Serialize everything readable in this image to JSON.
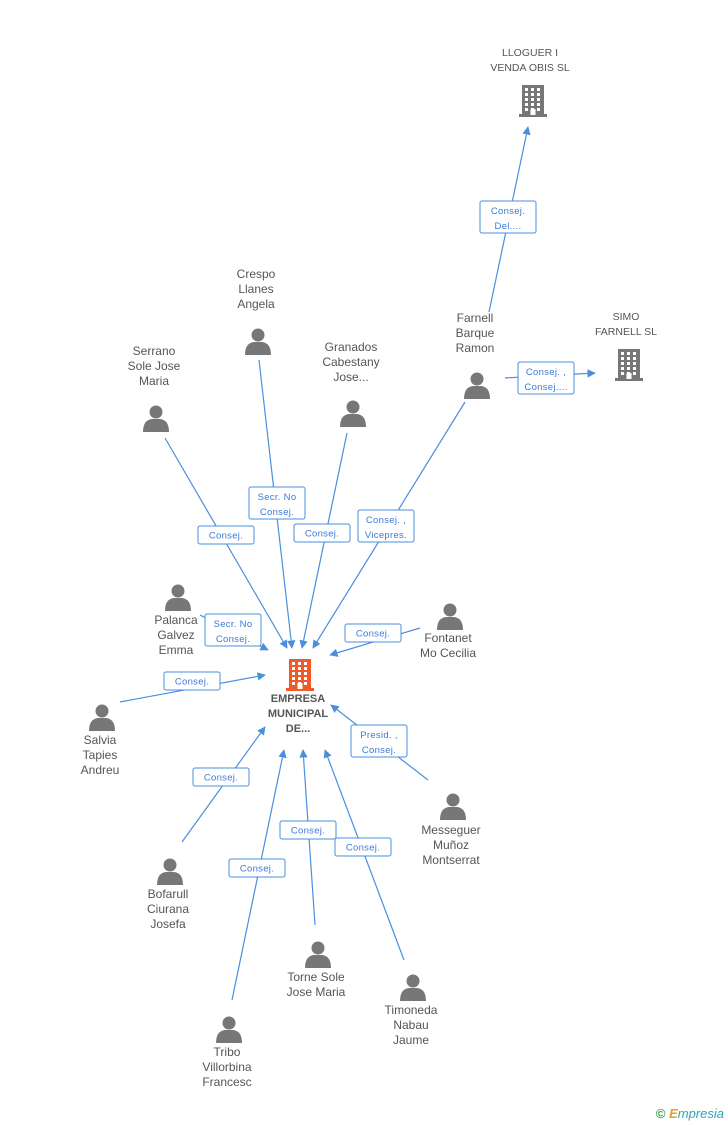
{
  "colors": {
    "edge": "#4a8fdc",
    "person": "#777777",
    "company": "#777777",
    "center": "#f05a28",
    "label": "#555555"
  },
  "center": {
    "id": "center",
    "label": [
      "EMPRESA",
      "MUNICIPAL",
      "DE..."
    ],
    "icon": "building-icon"
  },
  "companies": [
    {
      "id": "lloguer",
      "label": [
        "LLOGUER I",
        "VENDA OBIS SL"
      ],
      "icon": "building-icon"
    },
    {
      "id": "simo",
      "label": [
        "SIMO",
        "FARNELL SL"
      ],
      "icon": "building-icon"
    }
  ],
  "persons": [
    {
      "id": "crespo",
      "label": [
        "Crespo",
        "Llanes",
        "Angela"
      ]
    },
    {
      "id": "serrano",
      "label": [
        "Serrano",
        "Sole Jose",
        "Maria"
      ]
    },
    {
      "id": "granados",
      "label": [
        "Granados",
        "Cabestany",
        "Jose..."
      ]
    },
    {
      "id": "farnell",
      "label": [
        "Farnell",
        "Barque",
        "Ramon"
      ]
    },
    {
      "id": "palanca",
      "label": [
        "Palanca",
        "Galvez",
        "Emma"
      ]
    },
    {
      "id": "fontanet",
      "label": [
        "Fontanet",
        "Mo Cecilia"
      ]
    },
    {
      "id": "salvia",
      "label": [
        "Salvia",
        "Tapies",
        "Andreu"
      ]
    },
    {
      "id": "messeguer",
      "label": [
        "Messeguer",
        "Muñoz",
        "Montserrat"
      ]
    },
    {
      "id": "bofarull",
      "label": [
        "Bofarull",
        "Ciurana",
        "Josefa"
      ]
    },
    {
      "id": "torne",
      "label": [
        "Torne Sole",
        "Jose Maria"
      ]
    },
    {
      "id": "timoneda",
      "label": [
        "Timoneda",
        "Nabau",
        "Jaume"
      ]
    },
    {
      "id": "tribo",
      "label": [
        "Tribo",
        "Villorbina",
        "Francesc"
      ]
    }
  ],
  "edges": [
    {
      "from": "farnell",
      "to": "lloguer",
      "label": [
        "Consej.",
        "Del...."
      ]
    },
    {
      "from": "farnell",
      "to": "simo",
      "label": [
        "Consej. ,",
        "Consej...."
      ]
    },
    {
      "from": "farnell",
      "to": "center",
      "label": [
        "Consej. ,",
        "Vicepres."
      ]
    },
    {
      "from": "crespo",
      "to": "center",
      "label": [
        "Secr. No",
        "Consej."
      ]
    },
    {
      "from": "serrano",
      "to": "center",
      "label": [
        "Consej."
      ]
    },
    {
      "from": "granados",
      "to": "center",
      "label": [
        "Consej."
      ]
    },
    {
      "from": "palanca",
      "to": "center",
      "label": [
        "Secr. No",
        "Consej."
      ]
    },
    {
      "from": "fontanet",
      "to": "center",
      "label": [
        "Consej."
      ]
    },
    {
      "from": "salvia",
      "to": "center",
      "label": [
        "Consej."
      ]
    },
    {
      "from": "messeguer",
      "to": "center",
      "label": [
        "Presid. ,",
        "Consej."
      ]
    },
    {
      "from": "bofarull",
      "to": "center",
      "label": [
        "Consej."
      ]
    },
    {
      "from": "torne",
      "to": "center",
      "label": [
        "Consej."
      ]
    },
    {
      "from": "timoneda",
      "to": "center",
      "label": [
        "Consej."
      ]
    },
    {
      "from": "tribo",
      "to": "center",
      "label": [
        "Consej."
      ]
    }
  ],
  "footer": {
    "copyright": "©",
    "brand_first": "E",
    "brand_rest": "mpresia"
  }
}
